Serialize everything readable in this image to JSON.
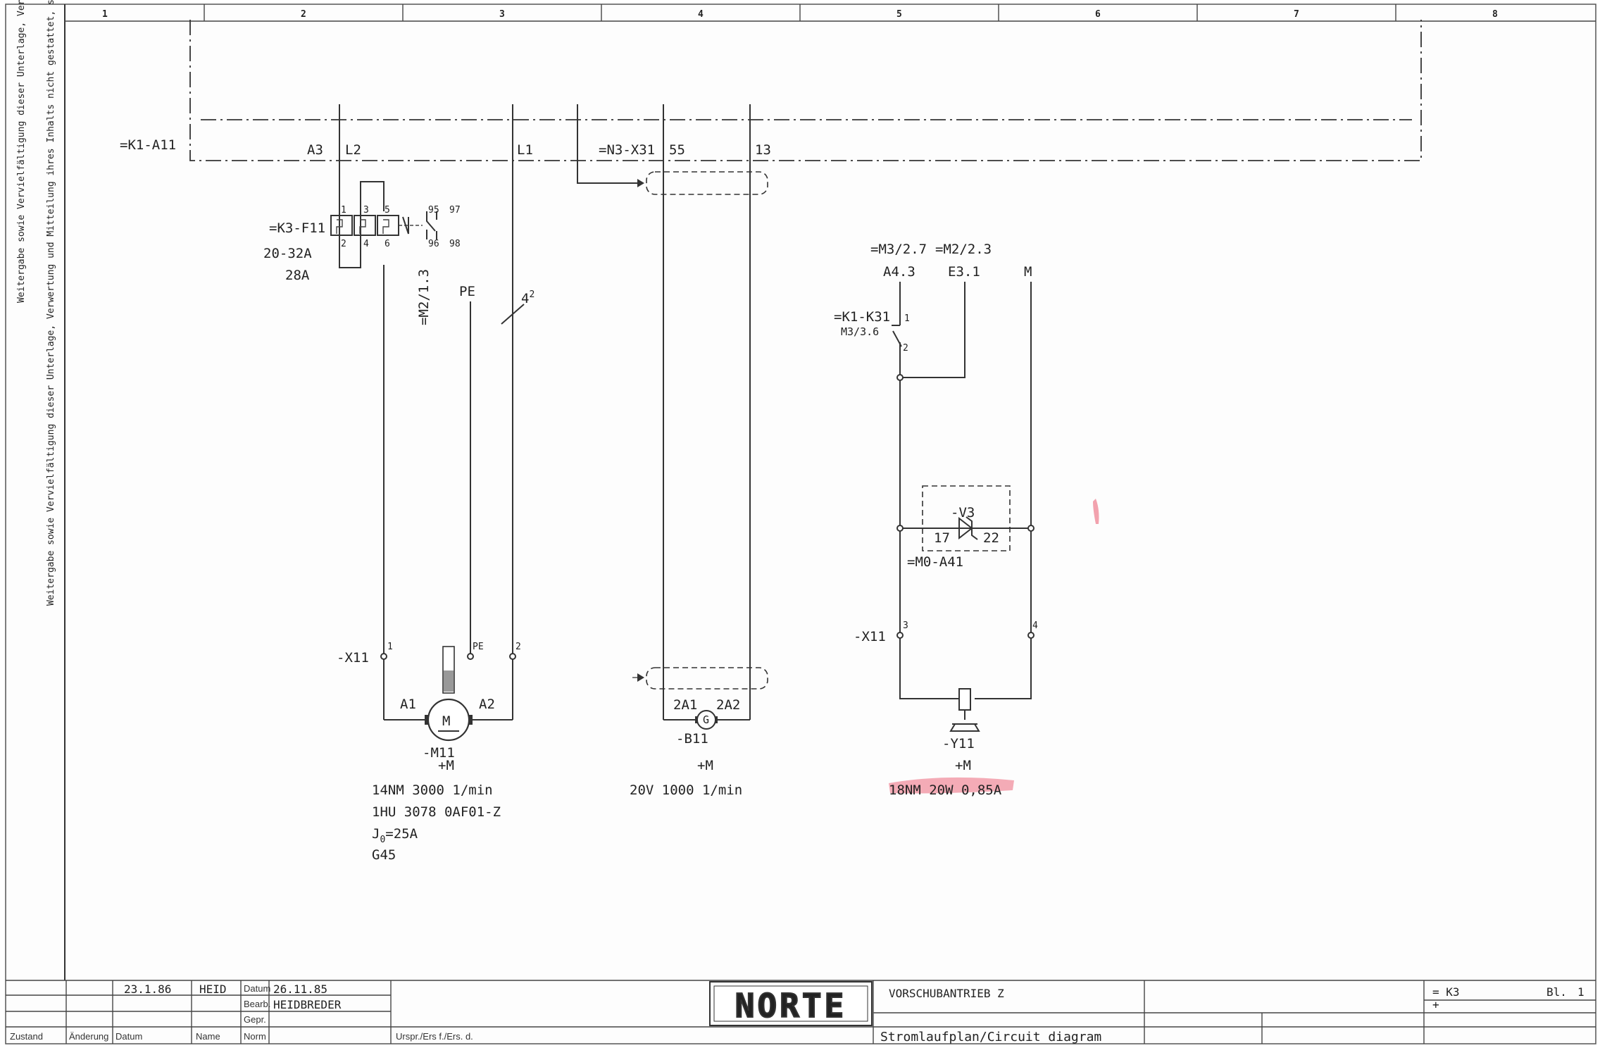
{
  "columns": [
    "1",
    "2",
    "3",
    "4",
    "5",
    "6",
    "7",
    "8"
  ],
  "left_panel": {
    "note_upper": "Weitergabe sowie Vervielfältigung dieser Unterlage, Verwertung und Mitteilung ihres Inhalts sind nicht gestattet, soweit nicht ausdrücklich zugestanden. Zuwiderhandlungen verpflichten zu Schadenersatz. Alle Rechte für den Fall der Patenterteilung oder GM-Eintragung vorbehalten.",
    "note_lower": "Weitergabe sowie Vervielfältigung dieser Unterlage, Verwertung und Mitteilung ihres Inhalts nicht gestattet, soweit nicht ausdrücklich zugestanden. Zuwiderhandlungen verpflichten zu Schadenersatz. Alle Rechte für den Fall der Patenterteilung oder GM-Eintragung vorbehalten."
  },
  "top_assembly": {
    "ref": "=K1-A11",
    "terminals": [
      "A3",
      "L2",
      "L1",
      "55",
      "13"
    ],
    "connector_ref": "=N3-X31"
  },
  "breaker": {
    "ref": "=K3-F11",
    "range": "20-32A",
    "setting": "28A",
    "pins_top": [
      "1",
      "3",
      "5"
    ],
    "pins_bottom": [
      "2",
      "4",
      "6"
    ],
    "aux_top": [
      "95",
      "97"
    ],
    "aux_bottom": [
      "96",
      "98"
    ],
    "cross_ref": "=M2/1.3"
  },
  "labels": {
    "pe": "PE",
    "wire_count": "4",
    "wire_count_sup": "2"
  },
  "motor": {
    "terminal_strip": "-X11",
    "term_1": "1",
    "term_pe": "PE",
    "term_2": "2",
    "a1": "A1",
    "a2": "A2",
    "symbol": "M",
    "ref": "-M11",
    "loc": "+M",
    "spec_1": "14NM 3000 1/min",
    "spec_2": "1HU 3078 0AF01-Z",
    "spec_3_pre": "J",
    "spec_3_sub": "0",
    "spec_3_post": "=25A",
    "spec_4": "G45"
  },
  "tacho": {
    "t1": "2A1",
    "t2": "2A2",
    "symbol": "G",
    "ref": "-B11",
    "loc": "+M",
    "spec": "20V  1000 1/min"
  },
  "brake": {
    "xref_1": "=M3/2.7",
    "xref_2": "=M2/2.3",
    "term_a": "A4.3",
    "term_e": "E3.1",
    "term_m": "M",
    "contact_ref": "=K1-K31",
    "contact_xref": "M3/3.6",
    "contact_pin_1": "1",
    "contact_pin_2": "2",
    "diode_ref": "-V3",
    "diode_pin_a": "17",
    "diode_pin_b": "22",
    "diode_location": "=M0-A41",
    "terminal_strip": "-X11",
    "term_3": "3",
    "term_4": "4",
    "ref": "-Y11",
    "loc": "+M",
    "spec": "18NM 20W 0,85A"
  },
  "title_block": {
    "row1_date": "23.1.86",
    "row1_name": "HEID",
    "datum_label": "Datum",
    "datum_value": "26.11.85",
    "bearb_label": "Bearb.",
    "bearb_value": "HEIDBREDER",
    "gepr_label": "Gepr.",
    "norm_label": "Norm",
    "col_zustand": "Zustand",
    "col_aenderung": "Änderung",
    "col_datum": "Datum",
    "col_name": "Name",
    "origin": "Urspr./Ers f./Ers. d.",
    "logo": "NORTE",
    "title": "VORSCHUBANTRIEB Z",
    "subtitle": "Stromlaufplan/Circuit diagram",
    "doc_ref": "= K3",
    "loc_ref": "+",
    "sheet_label": "Bl.",
    "sheet_no": "1"
  },
  "colors": {
    "ink": "#333333",
    "highlight": "#e8485f"
  }
}
